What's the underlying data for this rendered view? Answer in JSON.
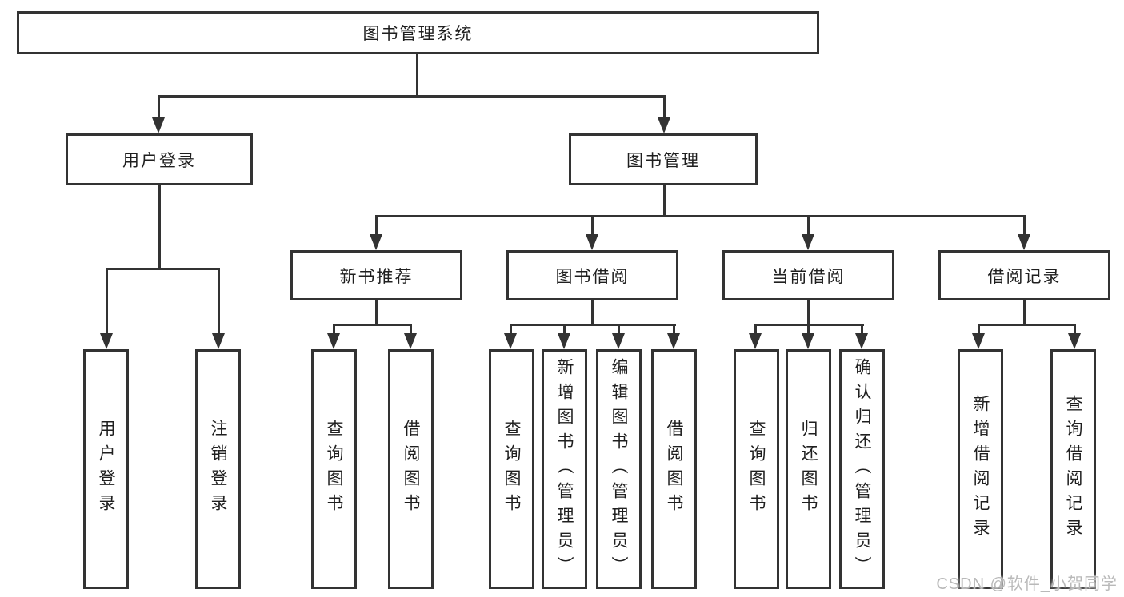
{
  "diagram": {
    "root": {
      "label": "图书管理系统"
    },
    "level2": [
      {
        "label": "用户登录",
        "children": [
          {
            "label": "用户登录"
          },
          {
            "label": "注销登录"
          }
        ]
      },
      {
        "label": "图书管理",
        "children": [
          {
            "label": "新书推荐",
            "children": [
              {
                "label": "查询图书"
              },
              {
                "label": "借阅图书"
              }
            ]
          },
          {
            "label": "图书借阅",
            "children": [
              {
                "label": "查询图书"
              },
              {
                "label": "新增图书（管理员）"
              },
              {
                "label": "编辑图书（管理员）"
              },
              {
                "label": "借阅图书"
              }
            ]
          },
          {
            "label": "当前借阅",
            "children": [
              {
                "label": "查询图书"
              },
              {
                "label": "归还图书"
              },
              {
                "label": "确认归还（管理员）"
              }
            ]
          },
          {
            "label": "借阅记录",
            "children": [
              {
                "label": "新增借阅记录"
              },
              {
                "label": "查询借阅记录"
              }
            ]
          }
        ]
      }
    ],
    "watermark": "CSDN @软件_小贺同学",
    "colors": {
      "line": "#333333",
      "text": "#1f1f1f",
      "background": "#ffffff",
      "watermark": "#b9b9b9"
    }
  }
}
